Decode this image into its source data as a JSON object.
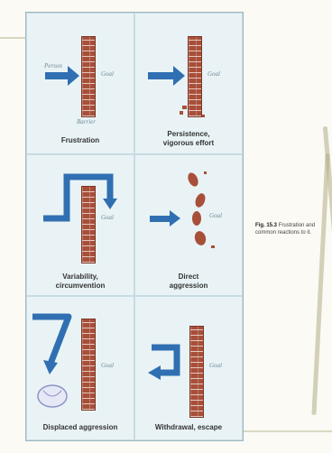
{
  "panels": [
    {
      "caption": "Frustration",
      "labels": {
        "person": "Person",
        "goal": "Goal",
        "barrier": "Barrier"
      }
    },
    {
      "caption": "Persistence, vigorous effort",
      "labels": {
        "goal": "Goal"
      }
    },
    {
      "caption": "Variability, circumvention",
      "labels": {
        "goal": "Goal"
      }
    },
    {
      "caption": "Direct aggression",
      "labels": {
        "goal": "Goal"
      }
    },
    {
      "caption": "Displaced aggression",
      "labels": {
        "goal": "Goal"
      }
    },
    {
      "caption": "Withdrawal, escape",
      "labels": {
        "goal": "Goal"
      }
    }
  ],
  "figure_note": {
    "number": "Fig. 15.3",
    "text": "Frustration and common reactions to it."
  },
  "colors": {
    "arrow": "#2f6fb2",
    "brick": "#a84f3a",
    "panel_bg": "#e9f3f5",
    "grid_border": "#c8dbe2"
  }
}
